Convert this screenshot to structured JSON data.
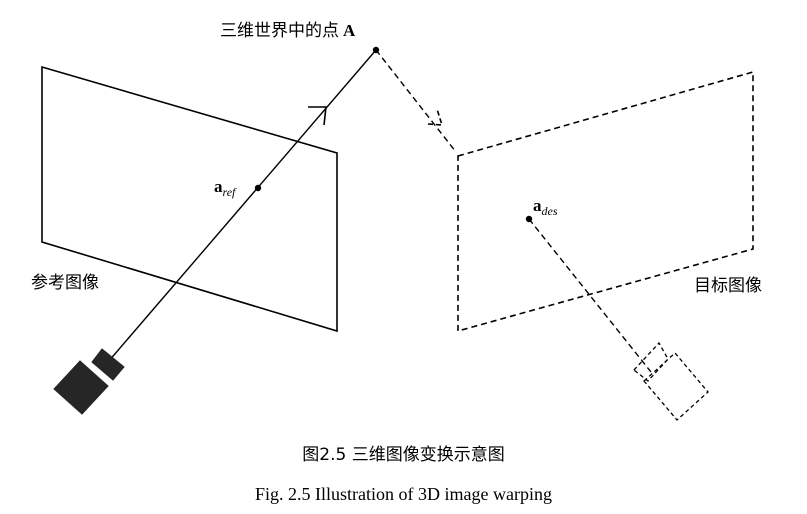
{
  "point_label_prefix": "三维世界中的点",
  "point_label_letter": "A",
  "ref_point_main": "a",
  "ref_point_sub": "ref",
  "des_point_main": "a",
  "des_point_sub": "des",
  "reference_image_label": "参考图像",
  "target_image_label": "目标图像",
  "caption_cn": "图2.5  三维图像变换示意图",
  "caption_en": "Fig. 2.5 Illustration of 3D image warping",
  "colors": {
    "ink": "#000000",
    "camera_fill": "#262626",
    "background": "#ffffff"
  }
}
